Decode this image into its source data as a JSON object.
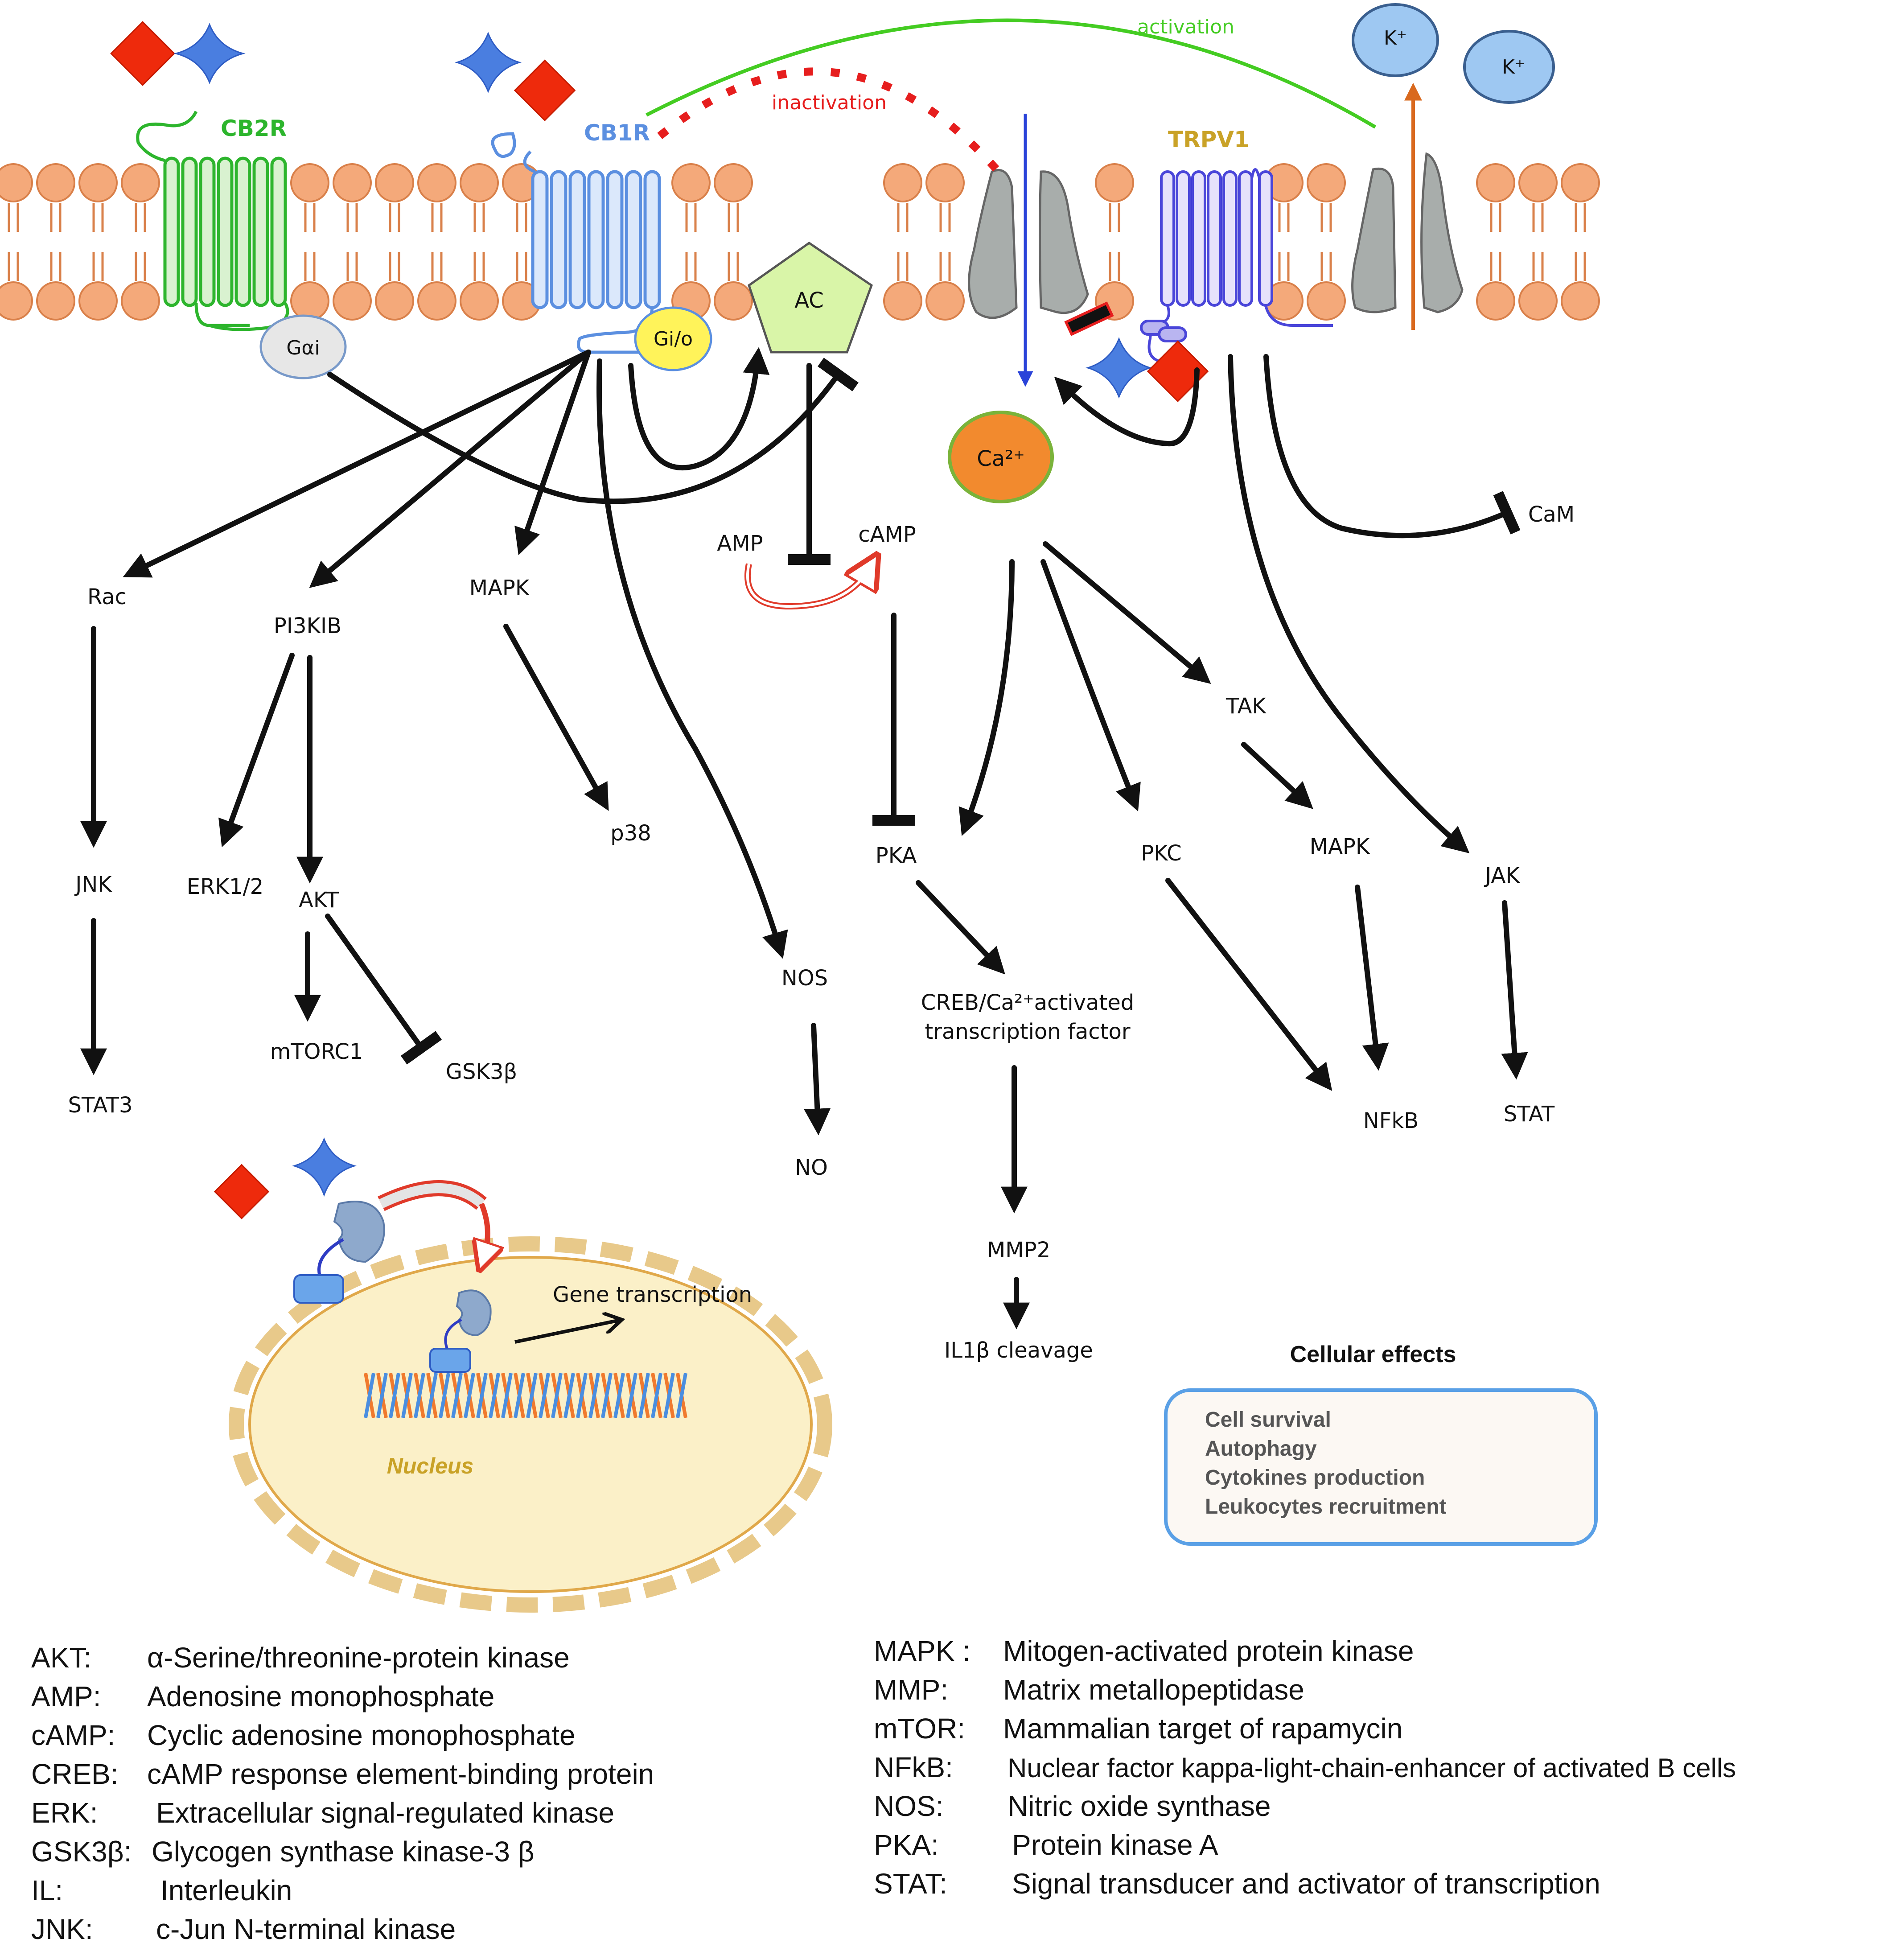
{
  "receptors": {
    "cb2r": "CB2R",
    "cb1r": "CB1R",
    "trpv1": "TRPV1"
  },
  "labels": {
    "activation": "activation",
    "inactivation": "inactivation",
    "k1": "K⁺",
    "k2": "K⁺",
    "g_alpha_i": "Gαi",
    "gi_o": "Gi/o",
    "ac": "AC",
    "ca": "Ca²⁺",
    "amp": "AMP",
    "camp": "cAMP",
    "cam": "CaM",
    "rac": "Rac",
    "pi3k": "PI3KIB",
    "mapk1": "MAPK",
    "tak": "TAK",
    "jnk": "JNK",
    "erk": "ERK1/2",
    "akt": "AKT",
    "p38": "p38",
    "pka": "PKA",
    "pkc": "PKC",
    "mapk2": "MAPK",
    "jak": "JAK",
    "nos": "NOS",
    "creb_line1": "CREB/Ca²⁺activated",
    "creb_line2": "transcription factor",
    "mtorc1": "mTORC1",
    "gsk3b": "GSK3β",
    "stat3": "STAT3",
    "nfkb": "NFkB",
    "stat": "STAT",
    "no": "NO",
    "mmp2": "MMP2",
    "il1b": "IL1β cleavage",
    "gene_transcription": "Gene transcription",
    "nucleus": "Nucleus"
  },
  "cellular_effects": {
    "title": "Cellular effects",
    "items": [
      "Cell survival",
      "Autophagy",
      "Cytokines production",
      "Leukocytes recruitment"
    ]
  },
  "glossary_left": [
    {
      "abbr": "AKT:",
      "def": "α-Serine/threonine-protein kinase"
    },
    {
      "abbr": "AMP:",
      "def": "Adenosine monophosphate"
    },
    {
      "abbr": "cAMP:",
      "def": "Cyclic adenosine monophosphate"
    },
    {
      "abbr": "CREB:",
      "def": "cAMP response element-binding protein"
    },
    {
      "abbr": "ERK:",
      "def": "Extracellular signal-regulated kinase"
    },
    {
      "abbr": "GSK3β:",
      "def": "Glycogen synthase kinase-3 β"
    },
    {
      "abbr": "IL:",
      "def": "Interleukin"
    },
    {
      "abbr": "JNK:",
      "def": "c-Jun N-terminal kinase"
    }
  ],
  "glossary_right": [
    {
      "abbr": "MAPK :",
      "def": "Mitogen-activated protein kinase"
    },
    {
      "abbr": "MMP:",
      "def": "Matrix metallopeptidase"
    },
    {
      "abbr": "mTOR:",
      "def": "Mammalian target of rapamycin"
    },
    {
      "abbr": "NFkB:",
      "def": "Nuclear factor kappa-light-chain-enhancer of activated B cells"
    },
    {
      "abbr": "NOS:",
      "def": "Nitric oxide synthase"
    },
    {
      "abbr": "PKA:",
      "def": "Protein kinase A"
    },
    {
      "abbr": "STAT:",
      "def": "Signal transducer and activator of transcription"
    }
  ],
  "colors": {
    "membrane": "#f4a97a",
    "cb2r": "#2db52d",
    "cb1r": "#5b8fe0",
    "trpv1": "#c9a227",
    "ligand_red": "#ee2a0c",
    "ligand_blue": "#4a7ee0",
    "activation": "#44cc22",
    "inactivation": "#e61e1e",
    "channel": "#a8adab",
    "ca": "#f28a2e",
    "ac": "#d9f5a8",
    "nucleus": "#fbf0c8"
  }
}
